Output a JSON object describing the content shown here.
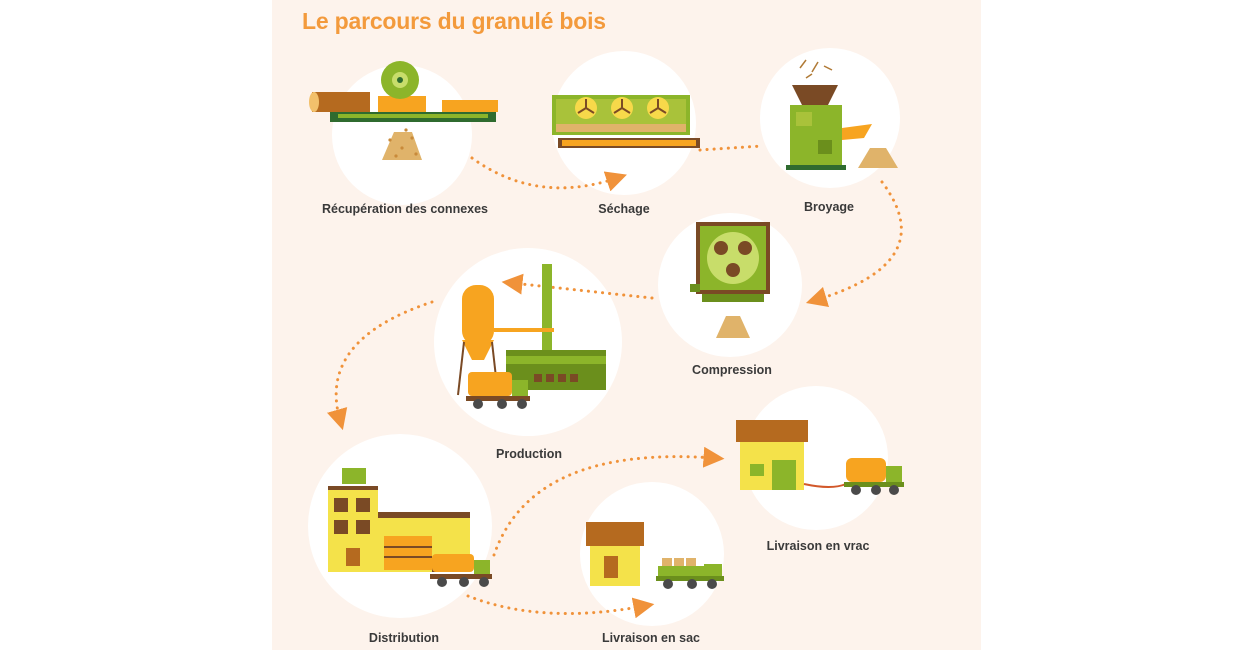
{
  "title": "Le parcours du granulé bois",
  "colors": {
    "background": "#fdf3ec",
    "title": "#f39a3c",
    "arrows": "#f0923a",
    "circle": "#ffffff",
    "olive": "#8cb52a",
    "orange": "#f7a420",
    "brown": "#7a4a25",
    "yellow": "#f4e24a"
  },
  "steps": [
    {
      "label": "Récupération des connexes"
    },
    {
      "label": "Séchage"
    },
    {
      "label": "Broyage"
    },
    {
      "label": "Compression"
    },
    {
      "label": "Production"
    },
    {
      "label": "Distribution"
    },
    {
      "label": "Livraison en sac"
    },
    {
      "label": "Livraison en vrac"
    }
  ]
}
